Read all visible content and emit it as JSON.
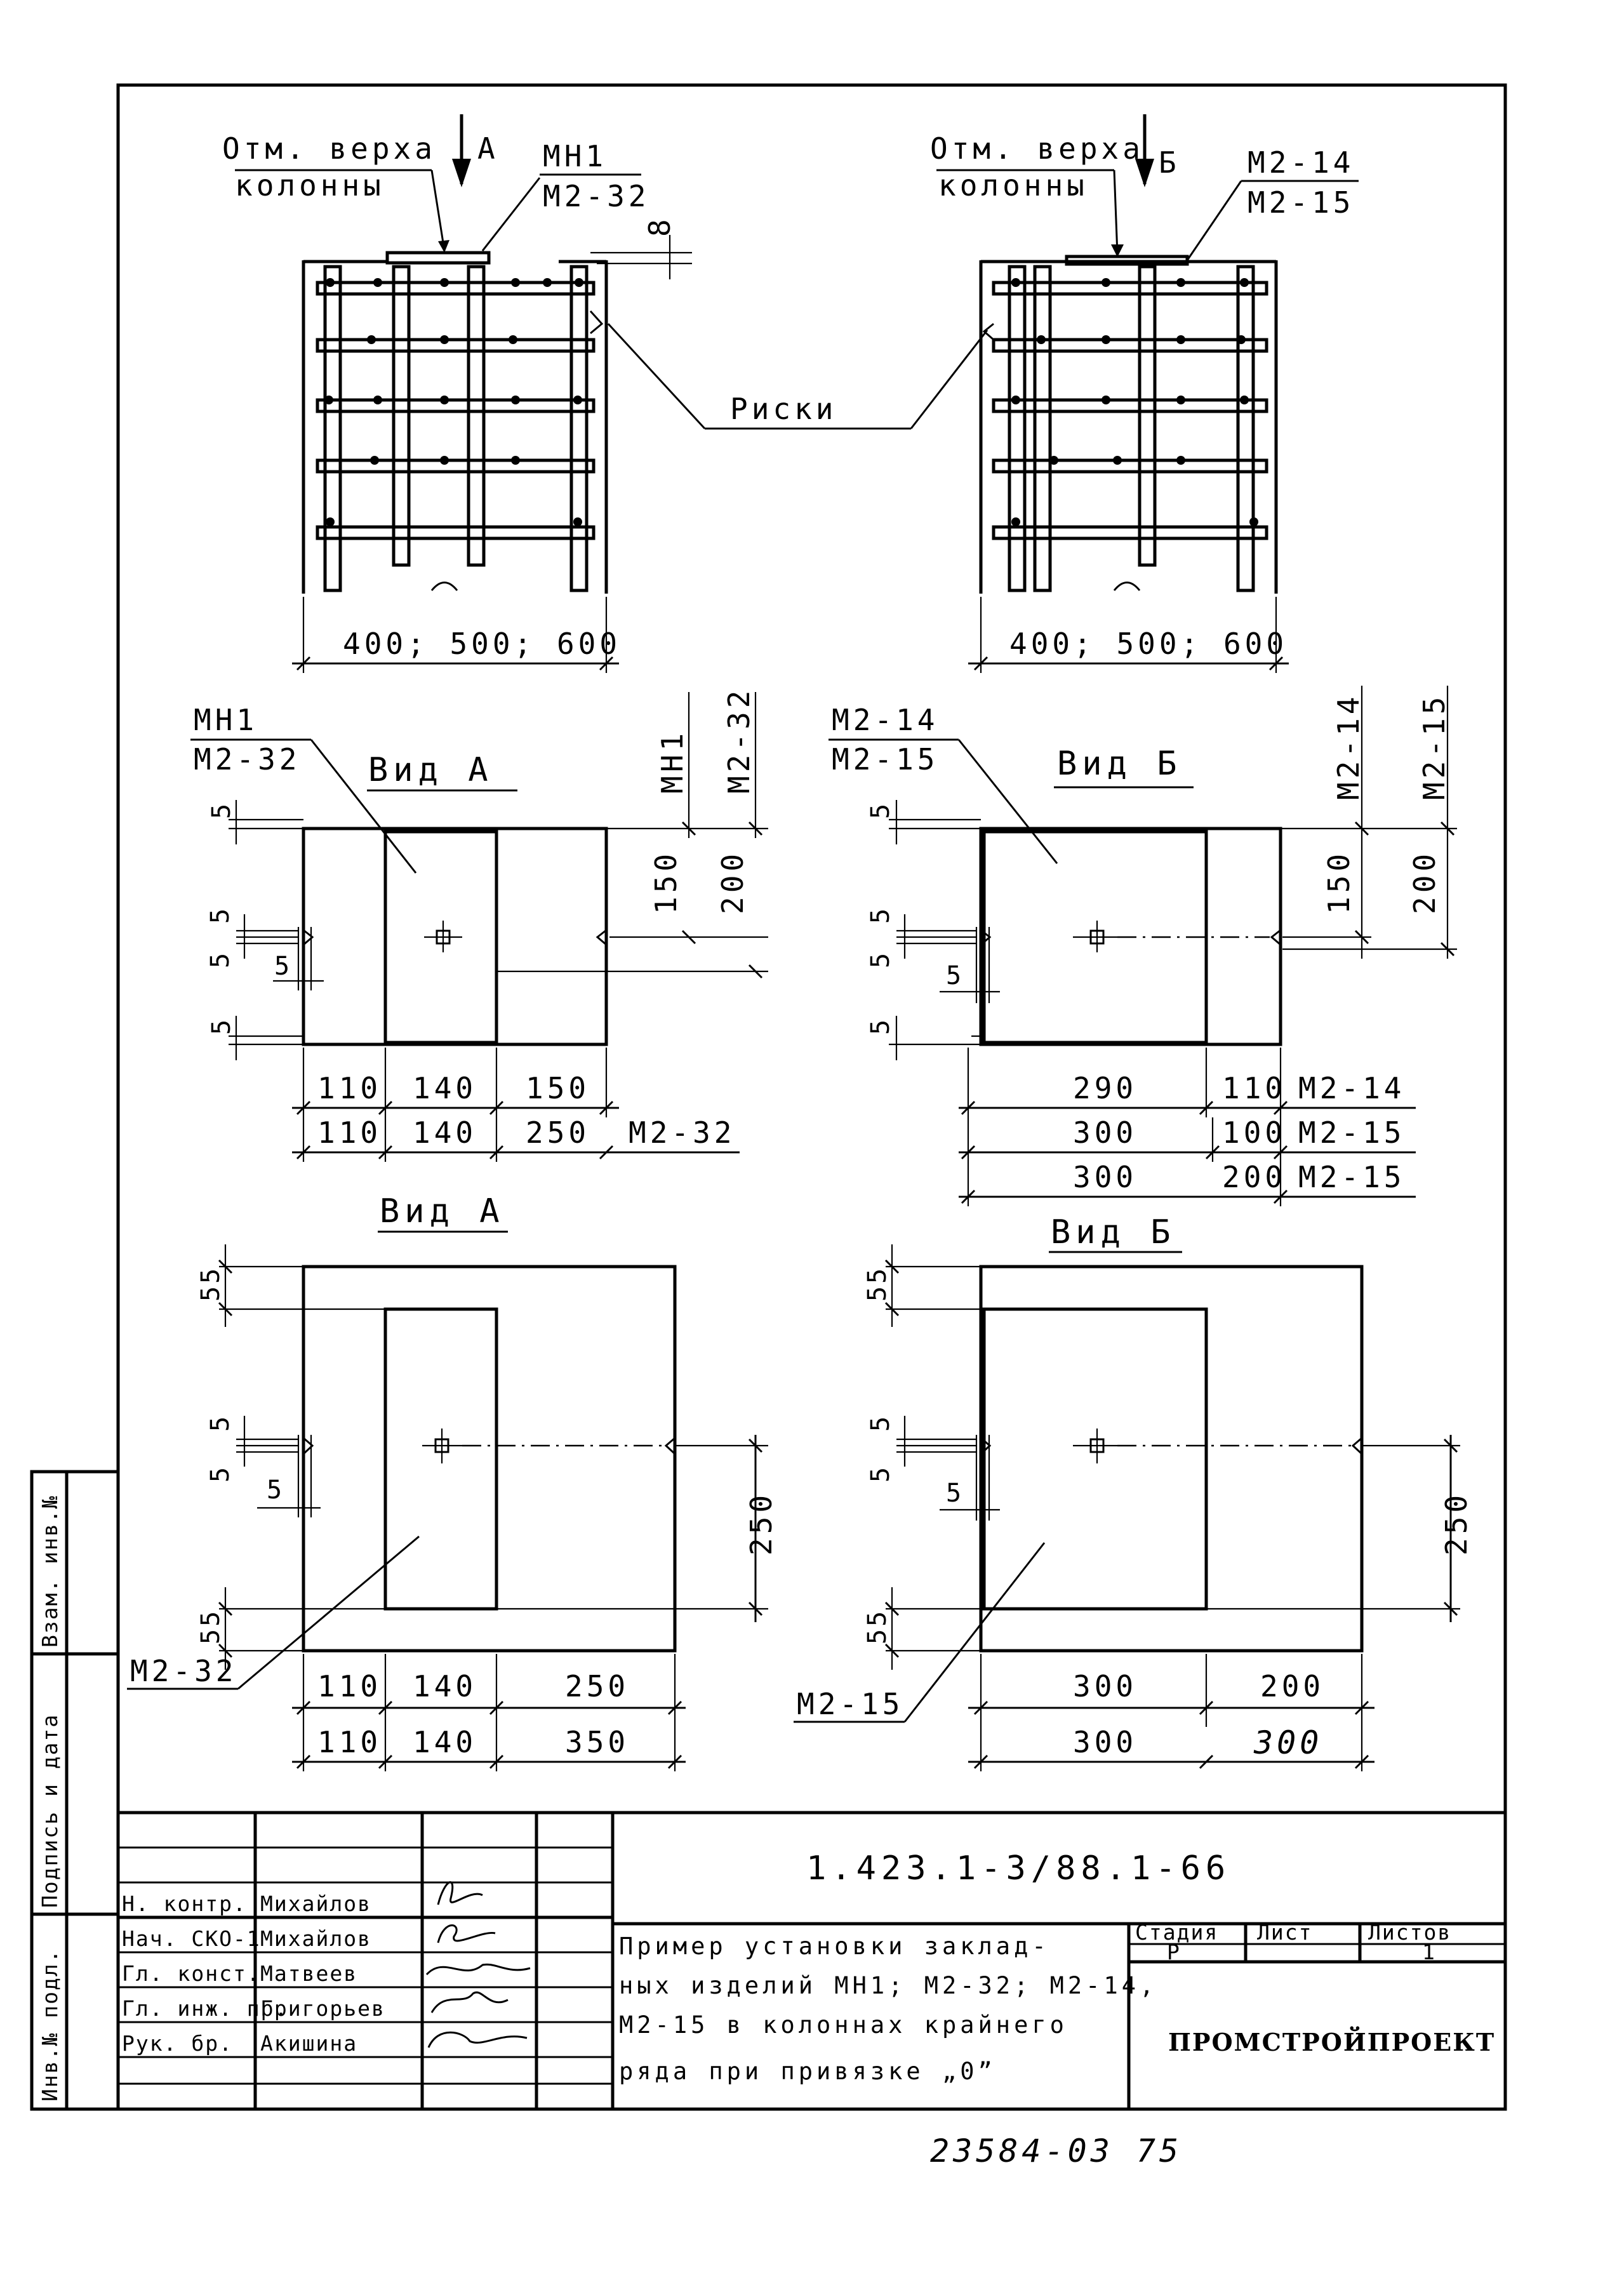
{
  "column_a": {
    "top_mark_label": [
      "Отм. верха",
      "колонны"
    ],
    "view_arrow": "А",
    "embedded_items": [
      "МН1",
      "М2-32"
    ],
    "gap_label": "8",
    "width_dim": "400; 500; 600"
  },
  "column_b": {
    "top_mark_label": [
      "Отм. верха",
      "колонны"
    ],
    "view_arrow": "Б",
    "embedded_items": [
      "М2-14",
      "М2-15"
    ],
    "width_dim": "400; 500; 600"
  },
  "risk_label": "Риски",
  "view_a_top": {
    "title": "Вид А",
    "items": [
      "МН1",
      "М2-32"
    ],
    "col_labels": [
      "МН1",
      "М2-32"
    ],
    "vert_dims": [
      "150",
      "200"
    ],
    "small_dims": [
      "5",
      "5",
      "5",
      "5",
      "5"
    ],
    "row1": [
      "110",
      "140",
      "150"
    ],
    "row2": [
      "110",
      "140",
      "250",
      "М2-32"
    ]
  },
  "view_b_top": {
    "title": "Вид Б",
    "items": [
      "М2-14",
      "М2-15"
    ],
    "col_labels": [
      "М2-14",
      "М2-15"
    ],
    "vert_dims": [
      "150",
      "200"
    ],
    "small_dims": [
      "5",
      "5",
      "5",
      "5",
      "5"
    ],
    "row1": [
      "290",
      "110",
      "М2-14"
    ],
    "row2": [
      "300",
      "100",
      "М2-15"
    ],
    "row3": [
      "300",
      "200",
      "М2-15"
    ]
  },
  "view_a_bottom": {
    "title": "Вид А",
    "item": "М2-32",
    "dims_left": [
      "55",
      "5",
      "5",
      "5",
      "55"
    ],
    "vert_dim": "250",
    "row1": [
      "110",
      "140",
      "250"
    ],
    "row2": [
      "110",
      "140",
      "350"
    ]
  },
  "view_b_bottom": {
    "title": "Вид Б",
    "item": "М2-15",
    "dims_left": [
      "55",
      "5",
      "5",
      "5",
      "55"
    ],
    "vert_dim": "250",
    "row1": [
      "300",
      "200"
    ],
    "row2": [
      "300",
      "300"
    ]
  },
  "side_stamp": [
    "Инв.№ подл.",
    "Подпись и дата",
    "Взам. инв.№"
  ],
  "title_block": {
    "doc_number": "1.423.1-3/88.1-66",
    "roles": [
      "Н. контр.",
      "Нач. СКО-1",
      "Гл. конст.",
      "Гл. инж. пр.",
      "Рук. бр."
    ],
    "names": [
      "Михайлов",
      "Михайлов",
      "Матвеев",
      "Григорьев",
      "Акишина"
    ],
    "description": [
      "Пример установки заклад-",
      "ных изделий МН1; М2-32; М2-14,",
      "М2-15 в колоннах крайнего",
      "ряда при привязке „0”"
    ],
    "headers": [
      "Стадия",
      "Лист",
      "Листов"
    ],
    "stage": "Р",
    "sheet": "",
    "sheets": "1",
    "organization": "ПРОМСТРОЙПРОЕКТ"
  },
  "bottom_note": "23584-03 75"
}
